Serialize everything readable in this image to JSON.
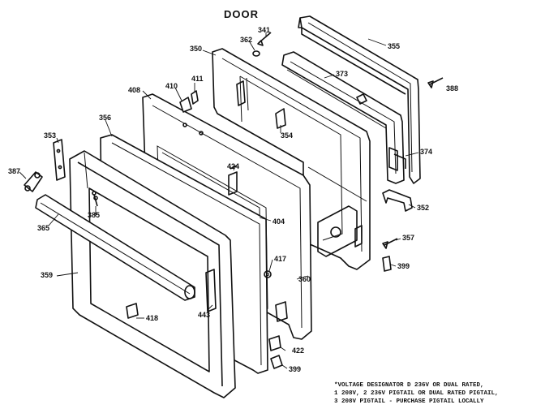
{
  "title": "DOOR",
  "labels": [
    {
      "id": "p341",
      "text": "341"
    },
    {
      "id": "p362",
      "text": "362"
    },
    {
      "id": "p350",
      "text": "350"
    },
    {
      "id": "p355",
      "text": "355"
    },
    {
      "id": "p373",
      "text": "373"
    },
    {
      "id": "p388",
      "text": "388"
    },
    {
      "id": "p408",
      "text": "408"
    },
    {
      "id": "p410",
      "text": "410"
    },
    {
      "id": "p411",
      "text": "411"
    },
    {
      "id": "p356",
      "text": "356"
    },
    {
      "id": "p354",
      "text": "354"
    },
    {
      "id": "p374",
      "text": "374"
    },
    {
      "id": "p353",
      "text": "353"
    },
    {
      "id": "p387",
      "text": "387"
    },
    {
      "id": "p424",
      "text": "424"
    },
    {
      "id": "p352",
      "text": "352"
    },
    {
      "id": "p385",
      "text": "385"
    },
    {
      "id": "p404",
      "text": "404"
    },
    {
      "id": "p365",
      "text": "365"
    },
    {
      "id": "p357",
      "text": "357"
    },
    {
      "id": "p417",
      "text": "417"
    },
    {
      "id": "p359",
      "text": "359"
    },
    {
      "id": "p360",
      "text": "360"
    },
    {
      "id": "p399a",
      "text": "399"
    },
    {
      "id": "p443",
      "text": "443"
    },
    {
      "id": "p418",
      "text": "418"
    },
    {
      "id": "p422",
      "text": "422"
    },
    {
      "id": "p399b",
      "text": "399"
    }
  ],
  "footnote": [
    "*VOLTAGE DESIGNATOR D 236V OR DUAL RATED,",
    "1 208V, 2 236V PIGTAIL OR DUAL RATED PIGTAIL,",
    "3 208V PIGTAIL - PURCHASE PIGTAIL LOCALLY"
  ]
}
